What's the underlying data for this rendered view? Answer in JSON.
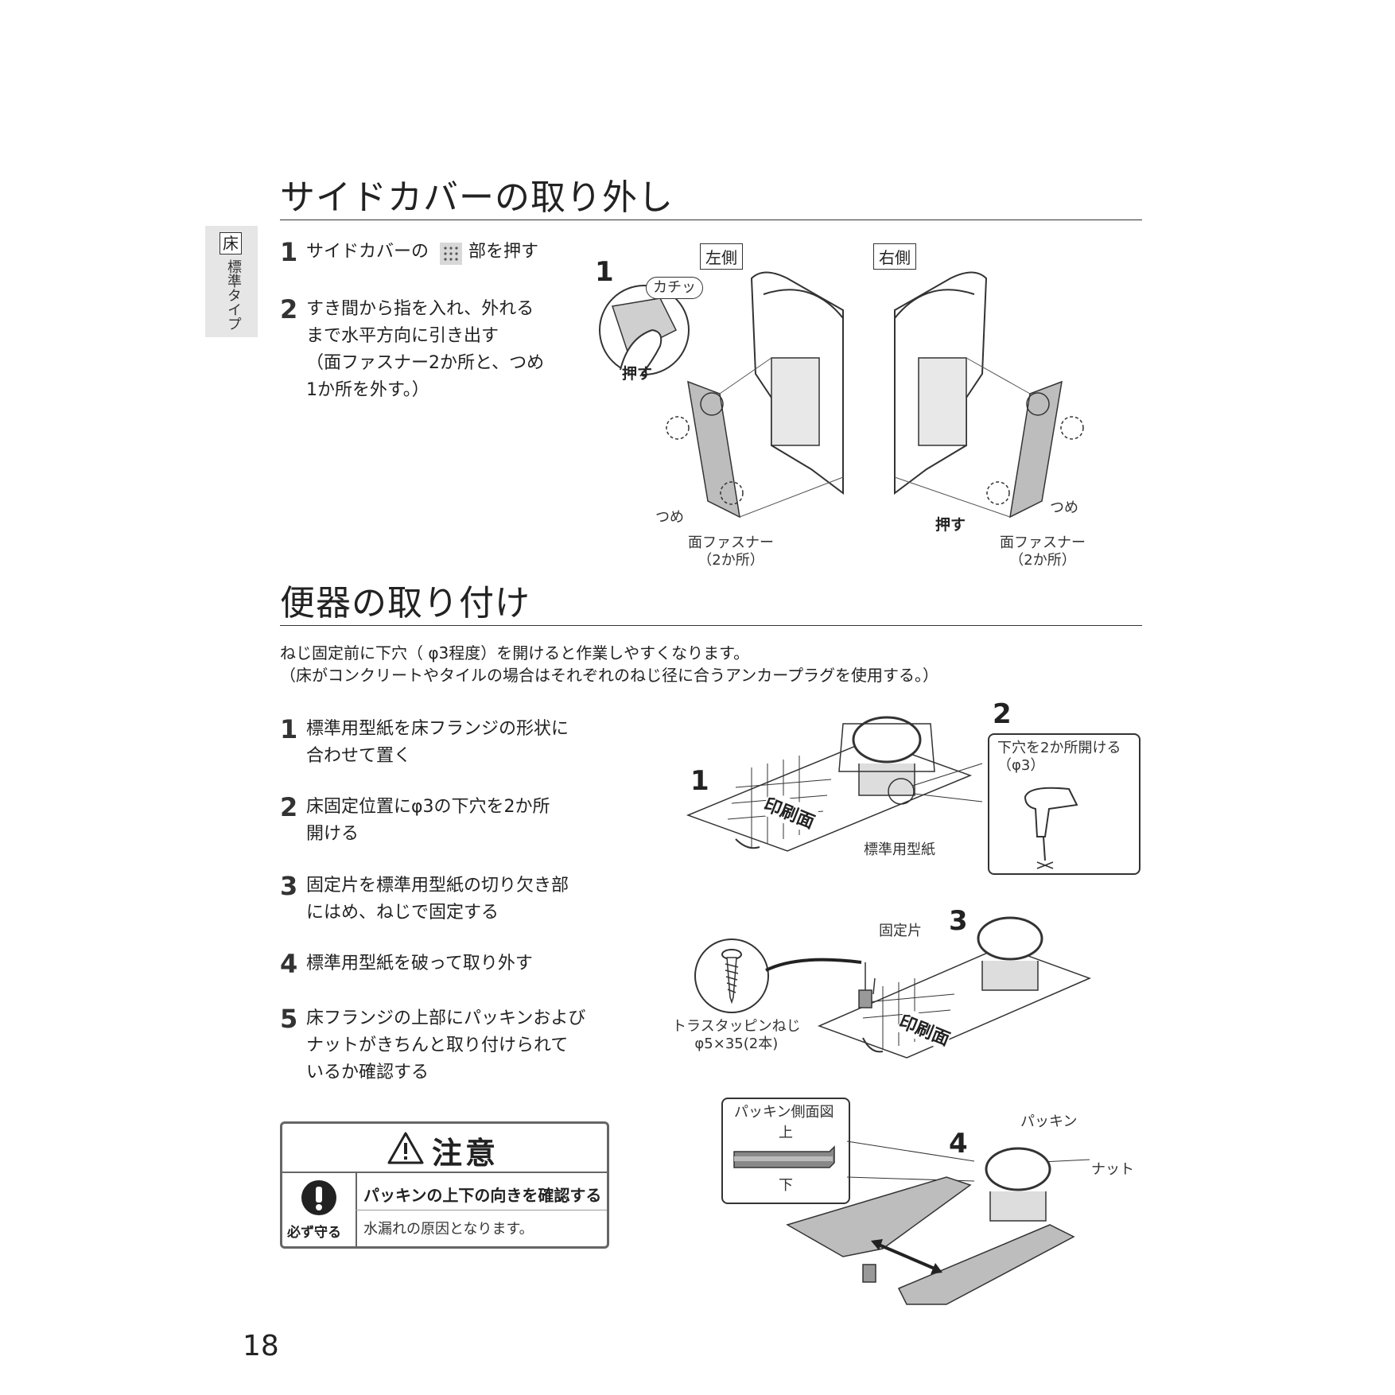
{
  "side_tab": {
    "kanji": "床",
    "label": "標準タイプ"
  },
  "section1": {
    "title": "サイドカバーの取り外し",
    "steps": [
      {
        "num": "1",
        "text_before": "サイドカバーの",
        "text_after": "部を押す"
      },
      {
        "num": "2",
        "text": "すき間から指を入れ、外れる\nまで水平方向に引き出す\n（面ファスナー2か所と、つめ\n 1か所を外す。）"
      }
    ],
    "figure": {
      "step_label": "1",
      "click_label": "カチッ",
      "push_label_left": "押す",
      "left_side": "左側",
      "right_side": "右側",
      "claw_left": "つめ",
      "claw_right": "つめ",
      "fastener_left": "面ファスナー\n（2か所）",
      "fastener_right": "面ファスナー\n（2か所）",
      "push_label_right": "押す"
    }
  },
  "section2": {
    "title": "便器の取り付け",
    "intro_line1": "ねじ固定前に下穴（ φ3程度）を開けると作業しやすくなります。",
    "intro_line2": "（床がコンクリートやタイルの場合はそれぞれのねじ径に合うアンカープラグを使用する。）",
    "steps": [
      {
        "num": "1",
        "text": "標準用型紙を床フランジの形状に\n合わせて置く"
      },
      {
        "num": "2",
        "text": "床固定位置にφ3の下穴を2か所\n開ける"
      },
      {
        "num": "3",
        "text": "固定片を標準用型紙の切り欠き部\nにはめ、ねじで固定する"
      },
      {
        "num": "4",
        "text": "標準用型紙を破って取り外す"
      },
      {
        "num": "5",
        "text": "床フランジの上部にパッキンおよび\nナットがきちんと取り付けられて\nいるか確認する"
      }
    ],
    "figures": {
      "fig1_num": "1",
      "fig2_num": "2",
      "fig3_num": "3",
      "fig4_num": "4",
      "print_side": "印刷面",
      "print_side_2": "印刷面",
      "template_label": "標準用型紙",
      "pilot_hole": "下穴を2か所開ける\n（φ3）",
      "fixing_piece": "固定片",
      "screw_label": "トラスタッピンねじ\nφ5×35(2本)",
      "packing_side_view": "パッキン側面図",
      "top": "上",
      "bottom": "下",
      "packing": "パッキン",
      "nut": "ナット"
    }
  },
  "caution": {
    "title": "注意",
    "must_label": "必ず守る",
    "heading": "パッキンの上下の向きを確認する",
    "body": "水漏れの原因となります。"
  },
  "page_number": "18"
}
